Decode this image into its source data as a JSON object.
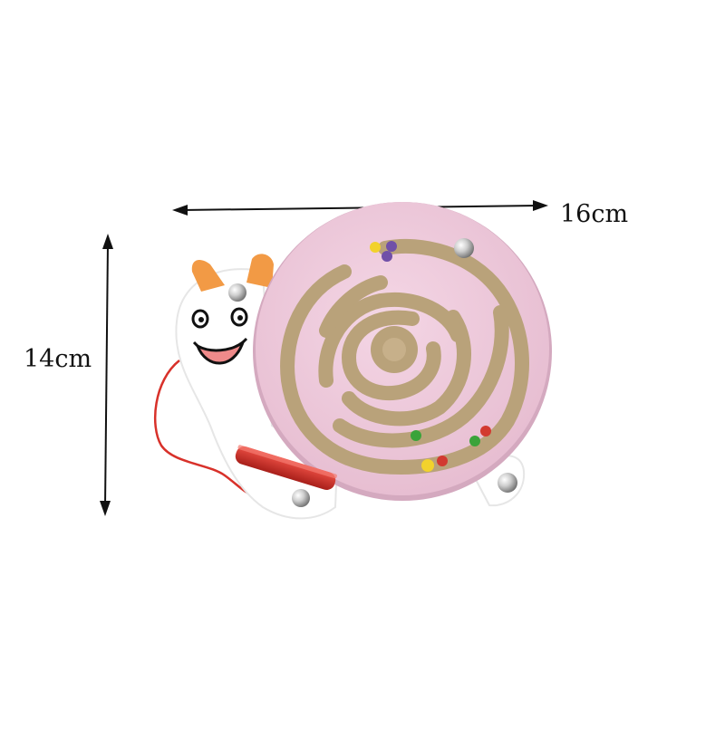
{
  "dimensions": {
    "width_label": "16cm",
    "height_label": "14cm"
  },
  "product": {
    "name": "snail-magnetic-maze-toy",
    "colors": {
      "board_pink": "#eec9dc",
      "board_edge": "#d8a9c0",
      "maze_groove": "#b9a27a",
      "snail_body": "#ffffff",
      "antenna_orange": "#f29a45",
      "pen_red": "#d8312a",
      "string_red": "#d8312a",
      "bead_yellow": "#f2d22c",
      "bead_purple": "#7050a8",
      "bead_green": "#3aa33a",
      "bead_red": "#d23a30",
      "metal_stud": "#c9c9c9"
    }
  },
  "icons": {
    "width_arrow": "double-headed-horizontal-arrow",
    "height_arrow": "double-headed-vertical-arrow"
  }
}
